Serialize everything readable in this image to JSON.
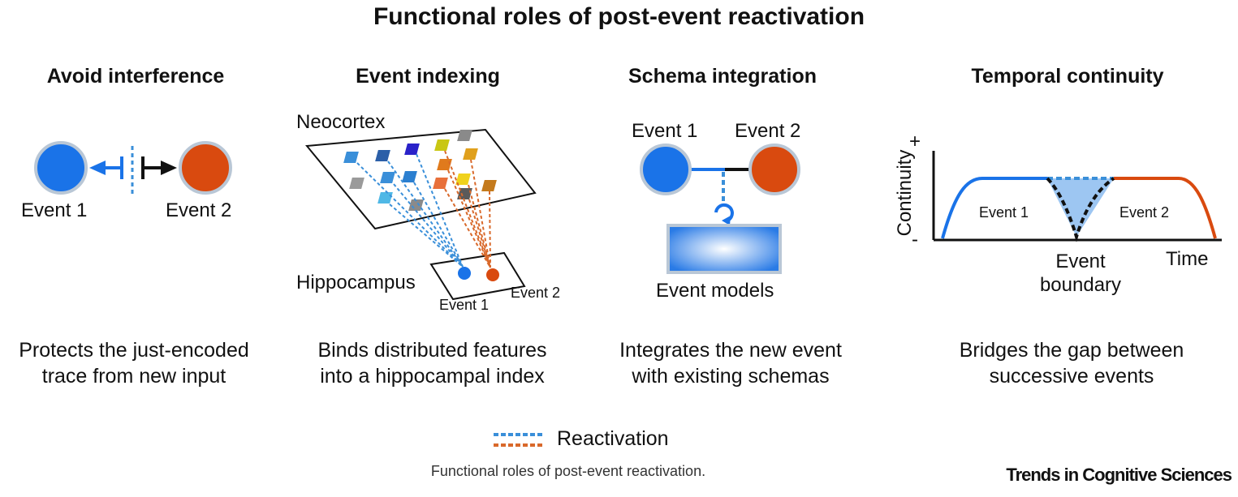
{
  "title": "Functional roles of post-event reactivation",
  "colors": {
    "blue": "#1a73e8",
    "orange": "#d94a0f",
    "dash_blue": "#3a8fd9",
    "dash_orange": "#d9692b"
  },
  "panels": [
    {
      "title": "Avoid interference",
      "labels": {
        "event1": "Event 1",
        "event2": "Event 2"
      },
      "description": [
        "Protects the just-encoded",
        "trace from new input"
      ]
    },
    {
      "title": "Event indexing",
      "labels": {
        "neocortex": "Neocortex",
        "hippocampus": "Hippocampus",
        "event1": "Event 1",
        "event2": "Event 2"
      },
      "description": [
        "Binds distributed features",
        "into a hippocampal index"
      ]
    },
    {
      "title": "Schema integration",
      "labels": {
        "event1": "Event 1",
        "event2": "Event 2",
        "models": "Event models"
      },
      "description": [
        "Integrates the new event",
        "with existing schemas"
      ]
    },
    {
      "title": "Temporal continuity",
      "labels": {
        "ylabel": "Continuity",
        "plus": "+",
        "minus": "-",
        "xlabel": "Time",
        "event1": "Event 1",
        "event2": "Event 2",
        "boundary_line1": "Event",
        "boundary_line2": "boundary"
      },
      "description": [
        "Bridges the gap between",
        "successive events"
      ]
    }
  ],
  "legend": {
    "label": "Reactivation"
  },
  "caption": "Functional roles of post-event reactivation.",
  "brand": "Trends in Cognitive Sciences"
}
